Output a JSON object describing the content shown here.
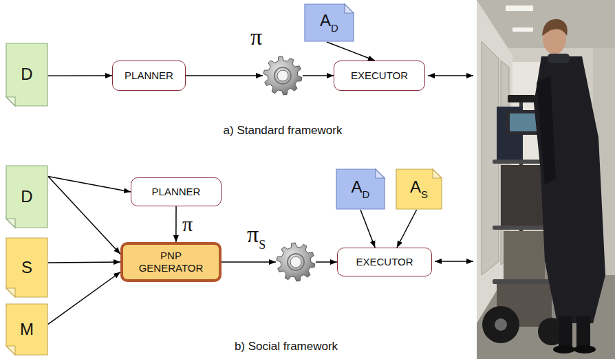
{
  "diagram": {
    "nodes": [
      {
        "text": [
          "D"
        ]
      },
      {
        "text": [
          "PLANNER"
        ]
      },
      {
        "text": [
          "π"
        ]
      },
      {
        "text": [
          "AD"
        ]
      },
      {
        "text": [
          "EXECUTOR"
        ]
      },
      {
        "text": [
          "D"
        ]
      },
      {
        "text": [
          "PLANNER"
        ]
      },
      {
        "text": [
          "S"
        ]
      },
      {
        "text": [
          "PNP GENERATOR"
        ]
      },
      {
        "text": [
          "M"
        ]
      },
      {
        "text": [
          "πS"
        ]
      },
      {
        "text": [
          "AD"
        ]
      },
      {
        "text": [
          "AS"
        ]
      },
      {
        "text": [
          "EXECUTOR"
        ]
      }
    ],
    "edges": [
      {
        "from": 0,
        "to": 1,
        "arrow": "to"
      },
      {
        "from": 1,
        "to": 2,
        "arrow": "to"
      },
      {
        "from": 2,
        "to": 4,
        "arrow": "to"
      },
      {
        "from": 3,
        "to": 4,
        "arrow": "to"
      },
      {
        "from": 5,
        "to": 6,
        "arrow": "to"
      },
      {
        "from": 5,
        "to": 8,
        "arrow": "to"
      },
      {
        "from": 6,
        "to": 8,
        "label": "π",
        "arrow": "to"
      },
      {
        "from": 7,
        "to": 8,
        "arrow": "to"
      },
      {
        "from": 9,
        "to": 8,
        "arrow": "to"
      },
      {
        "from": 8,
        "to": 10,
        "arrow": "to"
      },
      {
        "from": 10,
        "to": 13,
        "arrow": "to"
      },
      {
        "from": 11,
        "to": 13,
        "arrow": "to"
      },
      {
        "from": 12,
        "to": 13,
        "arrow": "to"
      }
    ],
    "labels": [
      "a) Standard framework",
      "b) Social framework"
    ]
  }
}
